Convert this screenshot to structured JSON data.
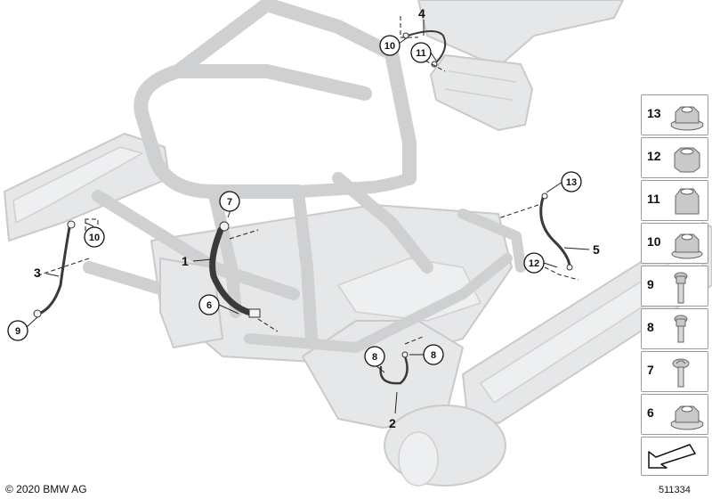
{
  "callouts": [
    {
      "text": "4"
    },
    {
      "text": "10"
    },
    {
      "text": "11"
    },
    {
      "text": "13"
    },
    {
      "text": "5"
    },
    {
      "text": "12"
    },
    {
      "text": "7"
    },
    {
      "text": "1"
    },
    {
      "text": "6"
    },
    {
      "text": "10"
    },
    {
      "text": "3"
    },
    {
      "text": "9"
    },
    {
      "text": "8"
    },
    {
      "text": "8"
    },
    {
      "text": "2"
    }
  ],
  "parts": [
    {
      "number": "13",
      "icon": "flange-nut-icon"
    },
    {
      "number": "12",
      "icon": "hex-nut-icon"
    },
    {
      "number": "11",
      "icon": "cap-nut-icon"
    },
    {
      "number": "10",
      "icon": "hex-nut-icon"
    },
    {
      "number": "9",
      "icon": "socket-bolt-icon"
    },
    {
      "number": "8",
      "icon": "socket-bolt-icon"
    },
    {
      "number": "7",
      "icon": "torx-bolt-icon"
    },
    {
      "number": "6",
      "icon": "flange-nut-icon"
    }
  ],
  "arrow_icon": "direction-arrow-icon",
  "copyright": "© 2020 BMW AG",
  "ref_number": "511334"
}
